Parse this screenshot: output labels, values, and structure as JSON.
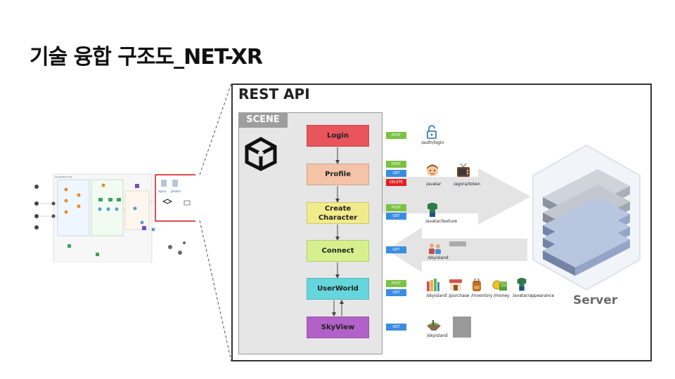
{
  "title": "기술 융합 구조도_NET-XR",
  "panel": {
    "title": "REST API",
    "scene_label": "SCENE",
    "server_label": "Server"
  },
  "stages": [
    {
      "label": "Login",
      "color": "#e8555a"
    },
    {
      "label": "Profile",
      "color": "#f4c3a8"
    },
    {
      "label": "Create\nCharacter",
      "color": "#f1ec8a"
    },
    {
      "label": "Connect",
      "color": "#d6f08e"
    },
    {
      "label": "UserWorld",
      "color": "#65d6db"
    },
    {
      "label": "SkyView",
      "color": "#b161c7"
    }
  ],
  "methods": {
    "post": "POST",
    "get": "GET",
    "delete": "DELETE",
    "post_color": "#7ac142",
    "get_color": "#3b8de0",
    "delete_color": "#e02020"
  },
  "endpoints": {
    "auth_login": "/auth/login",
    "avatar": "/avatar",
    "agora_token": "/agora/token",
    "avatar_texture": "/avatar/texture",
    "skyisland_connect": "/skyisland",
    "skyisland_userworld": "/skyisland",
    "purchase": "/purchase",
    "inventory": "/inventory",
    "money": "/money",
    "avatar_appearance": "/avatar/appearance",
    "skyisland_skyview": "/skyisland"
  },
  "mini_diagram": {
    "labels": [
      "ApogeeEarnings"
    ]
  }
}
